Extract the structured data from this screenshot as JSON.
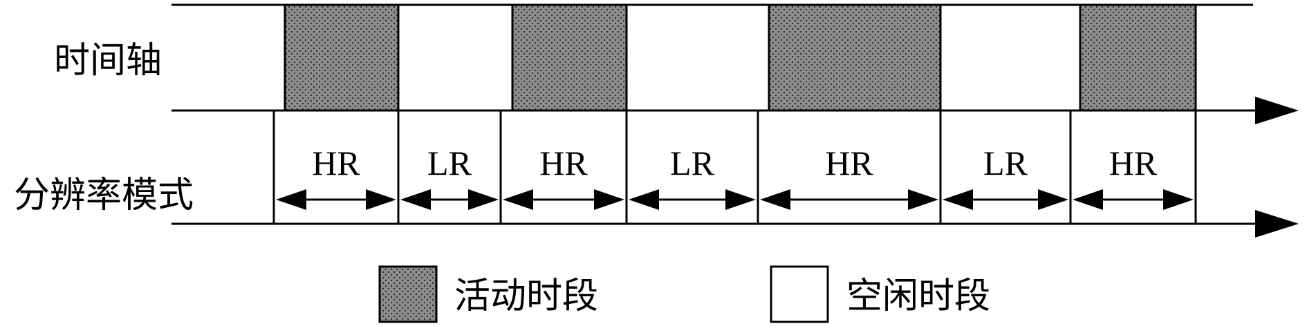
{
  "row_labels": {
    "timeline": "时间轴",
    "resolution_mode": "分辨率模式"
  },
  "timeline_blocks": [
    {
      "state": "active"
    },
    {
      "state": "idle"
    },
    {
      "state": "active"
    },
    {
      "state": "idle"
    },
    {
      "state": "active"
    },
    {
      "state": "idle"
    },
    {
      "state": "active"
    }
  ],
  "resolution_segments": [
    {
      "label": "HR"
    },
    {
      "label": "LR"
    },
    {
      "label": "HR"
    },
    {
      "label": "LR"
    },
    {
      "label": "HR"
    },
    {
      "label": "LR"
    },
    {
      "label": "HR"
    }
  ],
  "legend": {
    "active_label": "活动时段",
    "idle_label": "空闲时段"
  },
  "colors": {
    "line": "#000000",
    "active_fill": "#8c8c8c",
    "active_dot": "#2a2a2a",
    "idle_fill": "#ffffff"
  }
}
